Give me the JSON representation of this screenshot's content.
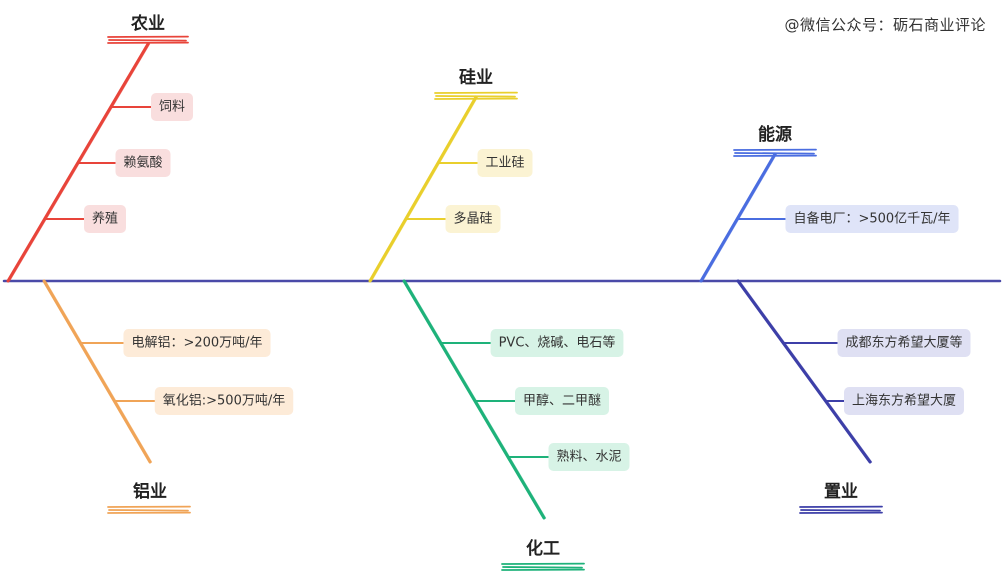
{
  "watermark": "@微信公众号：砺石商业评论",
  "spine_color": "#4a4aa8",
  "branches": [
    {
      "name": "农业",
      "color": "#e8443a",
      "fill": "#f9dede",
      "items": [
        "饲料",
        "赖氨酸",
        "养殖"
      ]
    },
    {
      "name": "硅业",
      "color": "#e9cf2c",
      "fill": "#fbf3d3",
      "items": [
        "工业硅",
        "多晶硅"
      ]
    },
    {
      "name": "能源",
      "color": "#4a6de0",
      "fill": "#dfe4f8",
      "items": [
        "自备电厂：>500亿千瓦/年"
      ]
    },
    {
      "name": "铝业",
      "color": "#f0a457",
      "fill": "#fdebd8",
      "items": [
        "电解铝：>200万吨/年",
        "氧化铝:>500万吨/年"
      ]
    },
    {
      "name": "化工",
      "color": "#1eb27a",
      "fill": "#d7f3e6",
      "items": [
        "PVC、烧碱、电石等",
        "甲醇、二甲醚",
        "熟料、水泥"
      ]
    },
    {
      "name": "置业",
      "color": "#3d3fa8",
      "fill": "#dfe0f3",
      "items": [
        "成都东方希望大厦等",
        "上海东方希望大厦"
      ]
    }
  ]
}
